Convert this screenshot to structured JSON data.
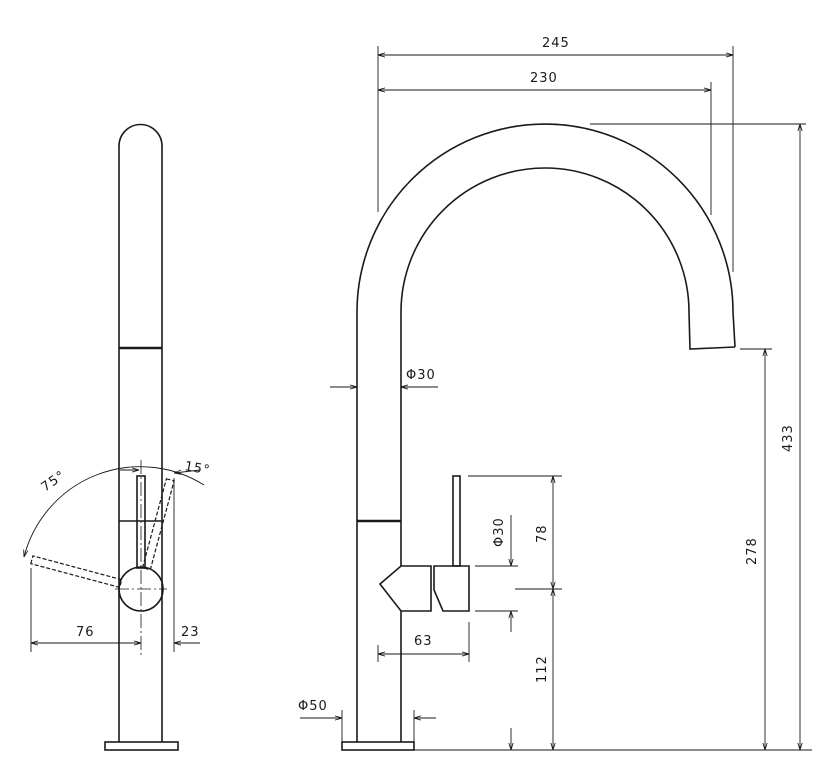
{
  "dimensions": {
    "width_245": "245",
    "width_230": "230",
    "height_433": "433",
    "height_278": "278",
    "height_112": "112",
    "height_78": "78",
    "handle_dia": "Φ30",
    "tube_dia": "Φ30",
    "reach_63": "63",
    "base_dia": "Φ50",
    "lever_76": "76",
    "lever_23": "23",
    "angle_75": "75°",
    "angle_15": "15°"
  }
}
